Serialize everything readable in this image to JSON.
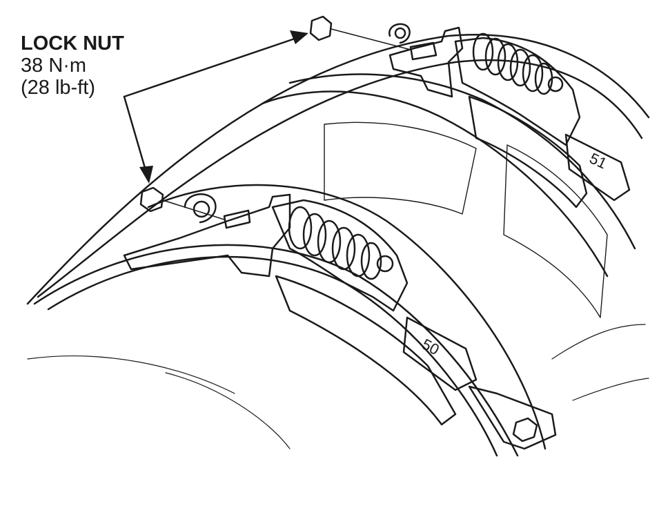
{
  "callout": {
    "name": "LOCK NUT",
    "torque_metric": "38 N·m",
    "torque_imperial": "(28 lb-ft)"
  },
  "markers": {
    "upper": "51",
    "lower": "50"
  },
  "colors": {
    "ink": "#1a1a1a",
    "paper": "#ffffff"
  }
}
